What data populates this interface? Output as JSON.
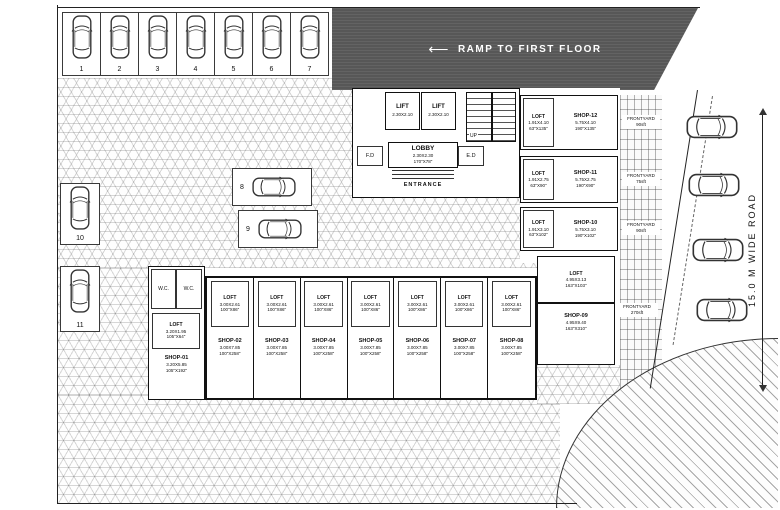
{
  "plan": {
    "ramp_arrow": "⟵",
    "ramp_label": "RAMP TO FIRST FLOOR",
    "road_label": "15.0 M  WIDE  ROAD"
  },
  "core": {
    "lift1_name": "LIFT",
    "lift1_dim": "2.30X2.10",
    "lift2_name": "LIFT",
    "lift2_dim": "2.30X2.10",
    "lobby_name": "LOBBY",
    "lobby_dim": "2.30X2.30",
    "lobby_dim2": "170\"X78\"",
    "fd_label": "F.D",
    "ed_label": "E.D",
    "up_label": "UP",
    "entrance_label": "ENTRANCE"
  },
  "parking": {
    "top": [
      "1",
      "2",
      "3",
      "4",
      "5",
      "6",
      "7"
    ],
    "mid": [
      "8",
      "9"
    ],
    "left": [
      "10",
      "11"
    ]
  },
  "right_shops": [
    {
      "loft_name": "LOFT",
      "loft_dim": "1.91X4.10",
      "loft_dim2": "63\"X135\"",
      "shop_name": "SHOP-12",
      "shop_dim": "5.75X4.10",
      "shop_dim2": "190\"X135\"",
      "fy_label": "FRONTYARD",
      "fy_area": "90sft"
    },
    {
      "loft_name": "LOFT",
      "loft_dim": "1.91X2.75",
      "loft_dim2": "63\"X90\"",
      "shop_name": "SHOP-11",
      "shop_dim": "5.75X2.75",
      "shop_dim2": "190\"X90\"",
      "fy_label": "FRONTYARD",
      "fy_area": "75sft"
    },
    {
      "loft_name": "LOFT",
      "loft_dim": "1.91X3.10",
      "loft_dim2": "63\"X102\"",
      "shop_name": "SHOP-10",
      "shop_dim": "5.75X3.10",
      "shop_dim2": "190\"X102\"",
      "fy_label": "FRONTYARD",
      "fy_area": "90sft"
    }
  ],
  "shop09": {
    "loft_name": "LOFT",
    "loft_dim": "4.95X3.13",
    "loft_dim2": "163\"X103\"",
    "shop_name": "SHOP-09",
    "shop_dim": "4.95X9.40",
    "shop_dim2": "163\"X310\"",
    "fy_label": "FRONTYARD",
    "fy_area": "270sft"
  },
  "wc_block": {
    "wc1": "W.C.",
    "wc2": "W.C."
  },
  "shop01": {
    "loft_name": "LOFT",
    "loft_dim": "3.20X1.95",
    "loft_dim2": "105\"X64\"",
    "shop_name": "SHOP-01",
    "shop_dim": "3.20X5.85",
    "shop_dim2": "105\"X192\""
  },
  "bottom_shops": [
    {
      "loft_name": "LOFT",
      "loft_dim": "3.00X2.61",
      "loft_dim2": "100\"X86\"",
      "shop_name": "SHOP-02",
      "shop_dim": "3.00X7.85",
      "shop_dim2": "100\"X258\""
    },
    {
      "loft_name": "LOFT",
      "loft_dim": "3.00X2.61",
      "loft_dim2": "100\"X86\"",
      "shop_name": "SHOP-03",
      "shop_dim": "3.00X7.85",
      "shop_dim2": "100\"X258\""
    },
    {
      "loft_name": "LOFT",
      "loft_dim": "3.00X2.61",
      "loft_dim2": "100\"X86\"",
      "shop_name": "SHOP-04",
      "shop_dim": "3.00X7.85",
      "shop_dim2": "100\"X258\""
    },
    {
      "loft_name": "LOFT",
      "loft_dim": "3.00X2.61",
      "loft_dim2": "100\"X86\"",
      "shop_name": "SHOP-05",
      "shop_dim": "3.00X7.85",
      "shop_dim2": "100\"X258\""
    },
    {
      "loft_name": "LOFT",
      "loft_dim": "3.00X2.61",
      "loft_dim2": "100\"X86\"",
      "shop_name": "SHOP-06",
      "shop_dim": "3.00X7.85",
      "shop_dim2": "100\"X258\""
    },
    {
      "loft_name": "LOFT",
      "loft_dim": "3.00X2.61",
      "loft_dim2": "100\"X86\"",
      "shop_name": "SHOP-07",
      "shop_dim": "3.00X7.85",
      "shop_dim2": "100\"X258\""
    },
    {
      "loft_name": "LOFT",
      "loft_dim": "3.00X2.61",
      "loft_dim2": "100\"X86\"",
      "shop_name": "SHOP-08",
      "shop_dim": "3.00X7.85",
      "shop_dim2": "100\"X258\""
    }
  ]
}
